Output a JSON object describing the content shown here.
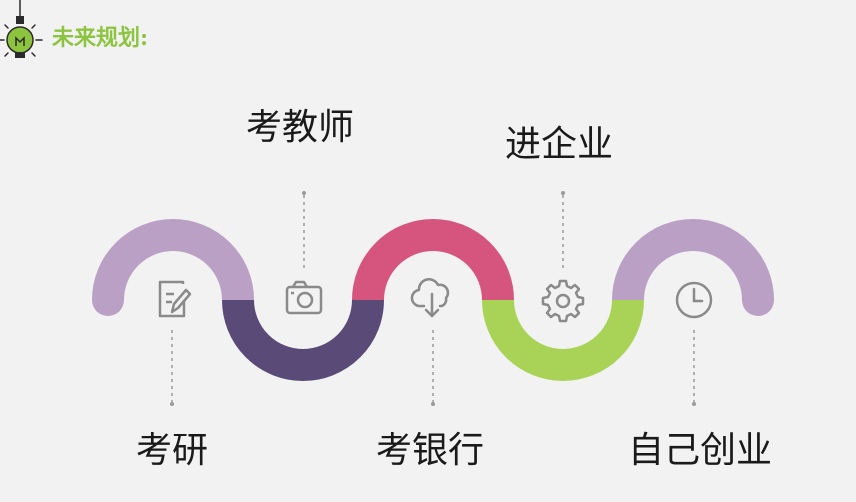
{
  "header": {
    "title": "未来规划:",
    "title_color": "#8dc43f",
    "bulb_icon": "lightbulb-icon"
  },
  "colors": {
    "purple_light": "#bba0c5",
    "purple_dark": "#5a4a78",
    "pink": "#d6557f",
    "green": "#a9d356",
    "icon_gray": "#8a8a8a",
    "dotted_gray": "#9a9a9a"
  },
  "labels": {
    "kaoyan": "考研",
    "jiaoshi": "考教师",
    "yinhang": "考银行",
    "qiye": "进企业",
    "chuangye": "自己创业"
  },
  "icons": {
    "kaoyan": "edit-document-icon",
    "jiaoshi": "camera-icon",
    "yinhang": "cloud-download-icon",
    "qiye": "gear-icon",
    "chuangye": "clock-icon"
  }
}
